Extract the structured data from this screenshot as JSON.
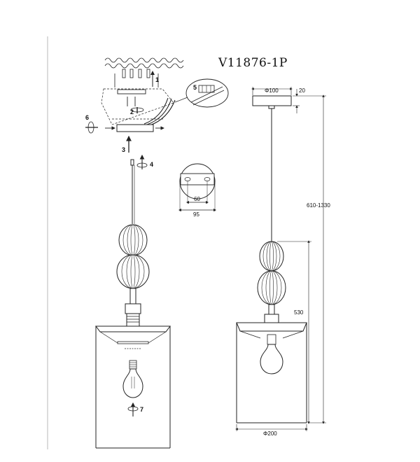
{
  "model_code": "V11876-1P",
  "dimensions": {
    "canopy_diameter": "Φ100",
    "canopy_height": "20",
    "bracket_span": "60",
    "bracket_width": "95",
    "overall_height": "610-1330",
    "body_height": "530",
    "shade_diameter": "Φ200"
  },
  "steps": [
    "1",
    "2",
    "3",
    "4",
    "5",
    "6",
    "7"
  ],
  "colors": {
    "line": "#222222",
    "background": "#ffffff"
  }
}
